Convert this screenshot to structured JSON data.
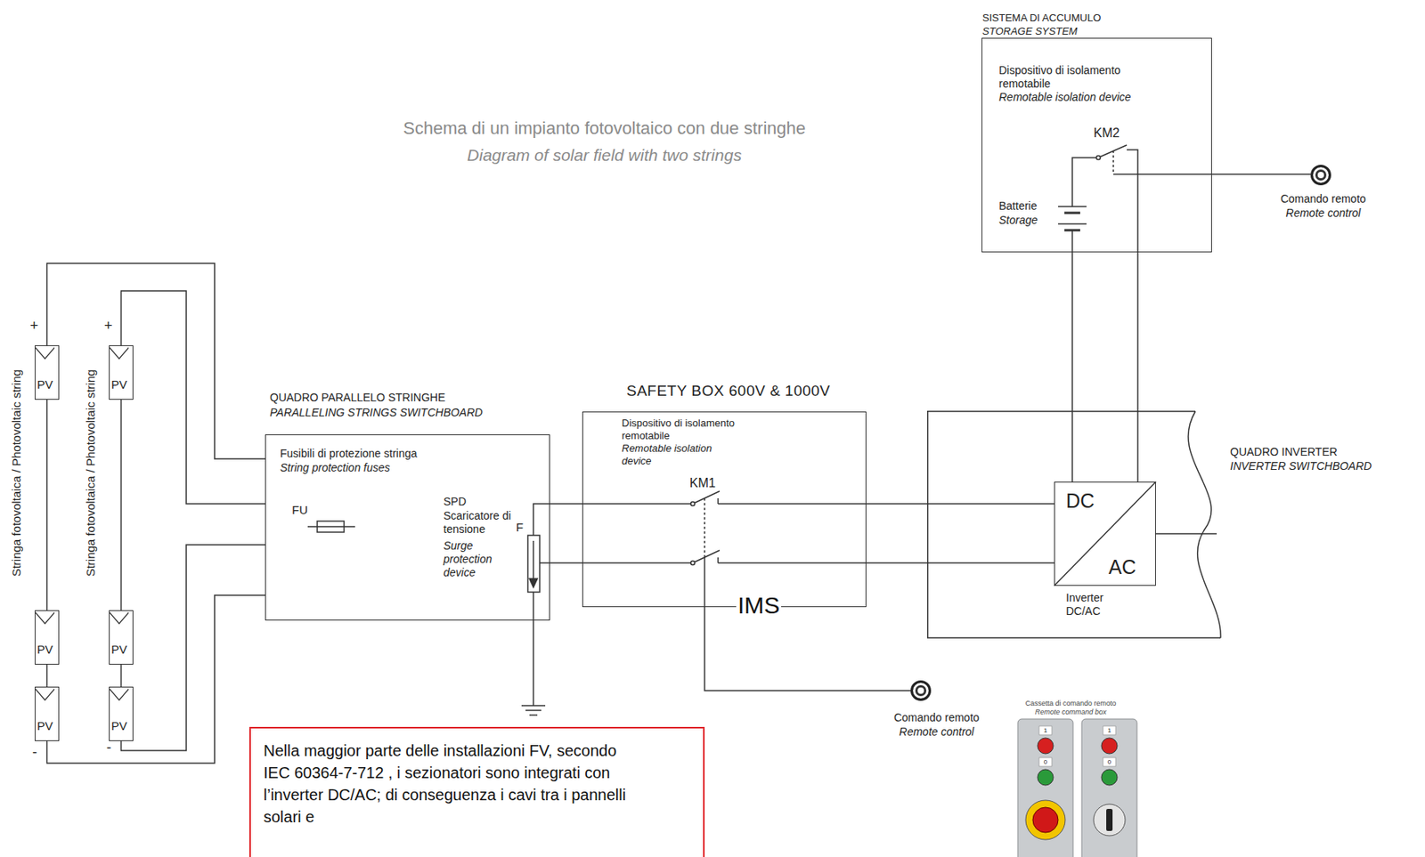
{
  "diagram": {
    "title": "Schema di un impianto fotovoltaico con due stringhe",
    "nodes": [
      {
        "text": [
          "SISTEMA DI ACCUMULO",
          "STORAGE SYSTEM",
          "Dispositivo di isolamento remotabile",
          "Remotable isolation device",
          "KM2",
          "Batterie",
          "Storage"
        ]
      },
      {
        "text": [
          "Comando remoto",
          "Remote control"
        ]
      },
      {
        "text": [
          "PV"
        ]
      },
      {
        "text": [
          "PV"
        ]
      },
      {
        "text": [
          "PV"
        ]
      },
      {
        "text": [
          "PV"
        ]
      },
      {
        "text": [
          "PV"
        ]
      },
      {
        "text": [
          "PV"
        ]
      },
      {
        "text": [
          "QUADRO PARALLELO STRINGHE",
          "PARALLELING STRINGS SWITCHBOARD",
          "Fusibili di protezione stringa",
          "String protection fuses",
          "FU",
          "SPD",
          "Scaricatore di tensione",
          "Surge protection device",
          "F"
        ]
      },
      {
        "text": [
          "SAFETY BOX 600V & 1000V",
          "Dispositivo di isolamento remotabile",
          "Remotable isolation device",
          "KM1"
        ]
      },
      {
        "text": [
          "QUADRO INVERTER",
          "INVERTER SWITCHBOARD"
        ]
      },
      {
        "text": [
          "DC",
          "AC",
          "Inverter DC/AC"
        ],
        "in": 10
      },
      {
        "text": [
          "Comando remoto",
          "Remote control"
        ]
      },
      {
        "text": [
          "Nella maggior parte delle installazioni FV, secondo IEC 60364-7-712 , i sezionatori sono integrati con l’inverter DC/AC; di conseguenza i cavi tra i pannelli solari e"
        ]
      }
    ],
    "edges": [
      {
        "from": 2,
        "to": 3,
        "arrow": "none"
      },
      {
        "from": 3,
        "to": 4,
        "arrow": "none"
      },
      {
        "from": 5,
        "to": 6,
        "arrow": "none"
      },
      {
        "from": 6,
        "to": 7,
        "arrow": "none"
      },
      {
        "from": 2,
        "to": 8,
        "arrow": "none"
      },
      {
        "from": 4,
        "to": 8,
        "arrow": "none"
      },
      {
        "from": 5,
        "to": 8,
        "arrow": "none"
      },
      {
        "from": 7,
        "to": 8,
        "arrow": "none"
      },
      {
        "from": 8,
        "to": 9,
        "arrow": "none"
      },
      {
        "from": 8,
        "to": 9,
        "arrow": "none"
      },
      {
        "from": 9,
        "to": 11,
        "arrow": "none"
      },
      {
        "from": 9,
        "to": 11,
        "arrow": "none"
      },
      {
        "from": 0,
        "to": 11,
        "arrow": "none"
      },
      {
        "from": 0,
        "to": 11,
        "arrow": "none"
      },
      {
        "from": 1,
        "to": 0,
        "arrow": "none"
      },
      {
        "from": 12,
        "to": 9,
        "arrow": "none"
      }
    ],
    "labels": [
      "Diagram of solar field with two strings",
      "+",
      "+",
      "-",
      "-",
      "Stringa fotovoltaica / Photovoltaic string",
      "Stringa fotovoltaica / Photovoltaic string",
      "IMS",
      "Cassetta di comando remoto",
      "Remote command box",
      "1",
      "0",
      "1",
      "0"
    ]
  }
}
